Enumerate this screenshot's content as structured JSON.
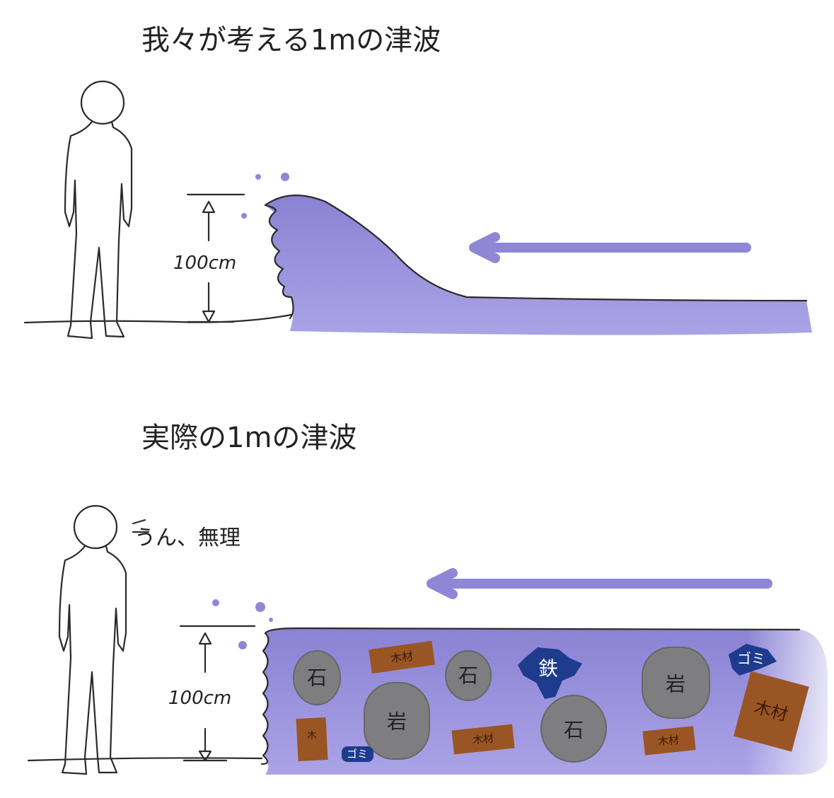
{
  "colors": {
    "water": "#8f87d6",
    "water_light": "#b9b3ee",
    "stone": "#7e7e80",
    "wood": "#9a5524",
    "metal": "#1f3b8d"
  },
  "top_panel": {
    "title": "我々が考える1mの津波",
    "height_label": "100cm"
  },
  "bottom_panel": {
    "title": "実際の1mの津波",
    "speech": "うん、無理",
    "height_label": "100cm",
    "debris": {
      "stone_1": "石",
      "wood_1": "木材",
      "stone_2": "石",
      "iron": "鉄",
      "rock_1": "岩",
      "trash_1": "ゴミ",
      "wood_2": "木",
      "trash_2": "ゴミ",
      "rock_2": "岩",
      "wood_3": "木材",
      "stone_3": "石",
      "wood_4": "木材",
      "wood_5": "木材"
    }
  }
}
